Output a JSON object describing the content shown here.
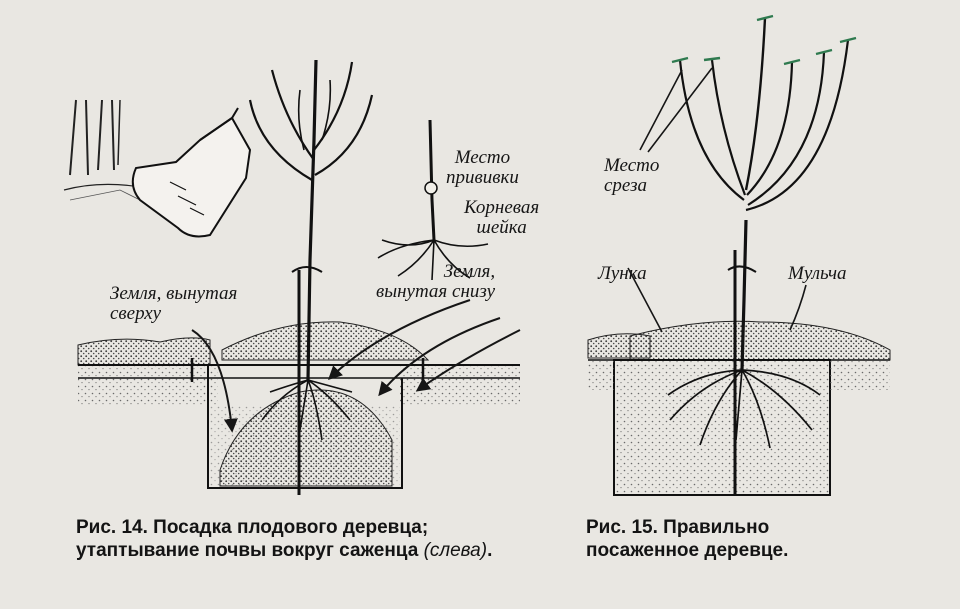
{
  "figure14": {
    "labels": {
      "graft_place": "Место\nпрививки",
      "root_collar": "Корневая\nшейка",
      "soil_bottom": "Земля,\nвынутая снизу",
      "soil_top": "Земля, вынутая\nсверху"
    },
    "caption": {
      "main": "Рис. 14. Посадка плодового деревца; утаптывание почвы вокруг саженца ",
      "italic": "(слева)",
      "tail": "."
    }
  },
  "figure15": {
    "labels": {
      "cut_place": "Место\nсреза",
      "hole": "Лунка",
      "mulch": "Мульча"
    },
    "caption": {
      "main": "Рис. 15. Правильно посаженное деревце."
    }
  },
  "colors": {
    "ink": "#161616",
    "paper": "#e9e7e2",
    "soil_dots": "#5a5a5a",
    "cut_marks": "#2f7a4f"
  }
}
